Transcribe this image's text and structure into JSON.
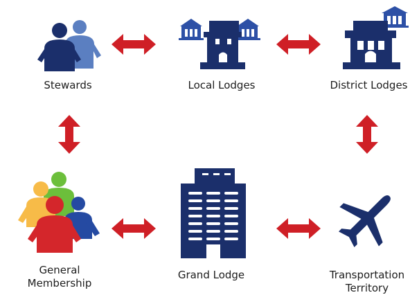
{
  "nodes": {
    "stewards": {
      "label": "Stewards"
    },
    "local_lodges": {
      "label": "Local Lodges"
    },
    "district_lodges": {
      "label": "District Lodges"
    },
    "general_membership": {
      "line1": "General",
      "line2": "Membership"
    },
    "grand_lodge": {
      "label": "Grand Lodge"
    },
    "transportation_territory": {
      "line1": "Transportation",
      "line2": "Territory"
    }
  },
  "edges": [
    {
      "from": "stewards",
      "to": "local_lodges",
      "direction": "bidirectional"
    },
    {
      "from": "local_lodges",
      "to": "district_lodges",
      "direction": "bidirectional"
    },
    {
      "from": "stewards",
      "to": "general_membership",
      "direction": "bidirectional"
    },
    {
      "from": "district_lodges",
      "to": "transportation_territory",
      "direction": "bidirectional"
    },
    {
      "from": "general_membership",
      "to": "grand_lodge",
      "direction": "bidirectional"
    },
    {
      "from": "grand_lodge",
      "to": "transportation_territory",
      "direction": "bidirectional"
    }
  ],
  "colors": {
    "navy": "#1b2f6b",
    "blue": "#2d50a6",
    "light_blue": "#5b7fc1",
    "arrow_red": "#cf1f26",
    "person_red": "#d4262b",
    "person_green": "#6cbf3b",
    "person_yellow": "#f7bb48",
    "person_blue": "#254aa2",
    "label_text": "#1c1c1c"
  }
}
